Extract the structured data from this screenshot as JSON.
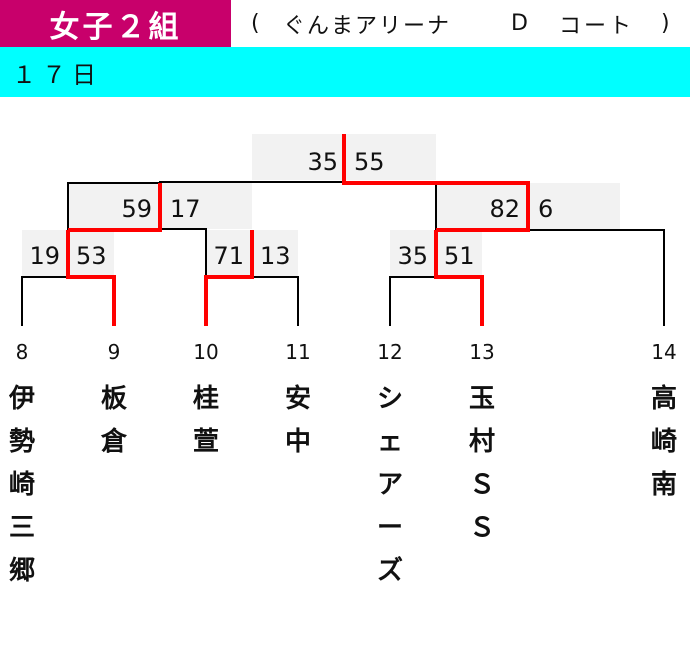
{
  "header": {
    "title": "女子２組",
    "paren_open": "(",
    "venue": "ぐんまアリーナ",
    "court_letter": "D",
    "court_label": "コート",
    "paren_close": ")"
  },
  "date": "１７日",
  "colors": {
    "title_bg": "#c8006b",
    "date_bg": "#00ffff",
    "winner_line": "#ff0000",
    "score_box": "#f2f2f2",
    "line": "#000000"
  },
  "matches": [
    {
      "id": "m-8-9",
      "left_score": "19",
      "right_score": "53"
    },
    {
      "id": "m-10-11",
      "left_score": "71",
      "right_score": "13"
    },
    {
      "id": "m-12-13",
      "left_score": "35",
      "right_score": "51"
    },
    {
      "id": "m-semi-left",
      "left_score": "59",
      "right_score": "17"
    },
    {
      "id": "m-semi-right",
      "left_score": "82",
      "right_score": "6"
    },
    {
      "id": "m-final",
      "left_score": "35",
      "right_score": "55"
    }
  ],
  "teams": [
    {
      "seed": "8",
      "name": [
        "伊",
        "勢",
        "崎",
        "三",
        "郷"
      ]
    },
    {
      "seed": "9",
      "name": [
        "板",
        "倉"
      ]
    },
    {
      "seed": "10",
      "name": [
        "桂",
        "萱"
      ]
    },
    {
      "seed": "11",
      "name": [
        "安",
        "中"
      ]
    },
    {
      "seed": "12",
      "name": [
        "シ",
        "ェ",
        "ア",
        "ー",
        "ズ"
      ]
    },
    {
      "seed": "13",
      "name": [
        "玉",
        "村",
        "Ｓ",
        "Ｓ"
      ]
    },
    {
      "seed": "14",
      "name": [
        "高",
        "崎",
        "南"
      ]
    }
  ]
}
